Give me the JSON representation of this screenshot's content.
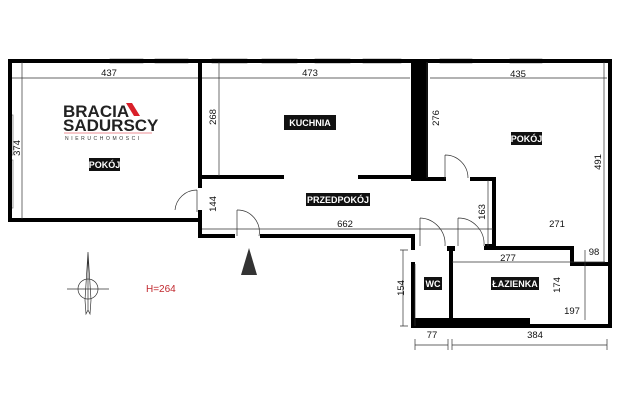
{
  "logo": {
    "line1": "BRACIA",
    "line2": "SADURSCY",
    "line3": "NIERUCHOMOSCI",
    "accent_color": "#d9202a"
  },
  "rooms": [
    {
      "name": "POKÓJ"
    },
    {
      "name": "KUCHNIA"
    },
    {
      "name": "POKÓJ"
    },
    {
      "name": "PRZEDPOKÓJ"
    },
    {
      "name": "WC"
    },
    {
      "name": "ŁAZIENKA"
    }
  ],
  "dimensions": [
    "437",
    "374",
    "473",
    "268",
    "435",
    "276",
    "491",
    "144",
    "662",
    "163",
    "271",
    "98",
    "277",
    "174",
    "197",
    "154",
    "77",
    "384"
  ],
  "height_label": "H=264",
  "height_color": "#c0272d",
  "icons": {
    "compass": "north-arrow-icon",
    "entrance": "entrance-triangle-icon"
  }
}
